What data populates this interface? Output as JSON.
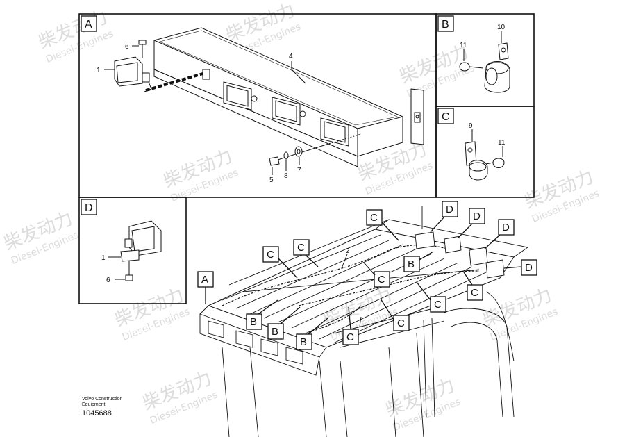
{
  "panels": {
    "A": "A",
    "B": "B",
    "C": "C",
    "D": "D"
  },
  "parts": {
    "p1": "1",
    "p2": "2",
    "p3": "3",
    "p4": "4",
    "p5": "5",
    "p6": "6",
    "p7": "7",
    "p8": "8",
    "p9": "9",
    "p10": "10",
    "p11": "11"
  },
  "watermark": {
    "brand": "柴发动力",
    "sub": "Diesel-Engines"
  },
  "footer": {
    "line1": "Volvo Construction",
    "line2": "Equipment",
    "id": "1045688"
  },
  "colors": {
    "line": "#111111",
    "watermark": "#d8d8d8"
  }
}
